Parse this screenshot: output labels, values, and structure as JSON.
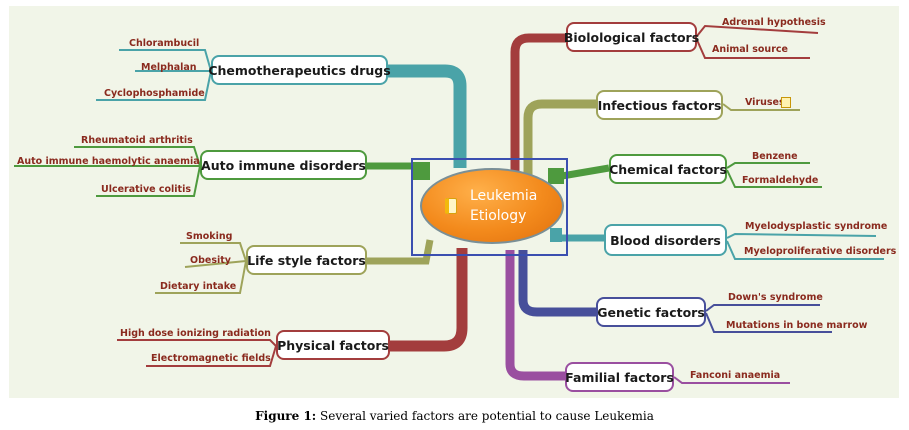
{
  "center": {
    "line1": "Leukemia",
    "line2": "Etiology"
  },
  "caption": {
    "label": "Figure 1:",
    "text": " Several varied factors are potential to cause Leukemia"
  },
  "colors": {
    "biological": "#a33d3d",
    "infectious": "#9ea35a",
    "chemical": "#4e9a3e",
    "blood": "#4aa3a8",
    "genetic": "#474f9a",
    "familial": "#9a4fa0",
    "chemo": "#4aa3a8",
    "autoimmune": "#4e9a3e",
    "lifestyle": "#9ea35a",
    "physical": "#a33d3d"
  },
  "right_factors": [
    {
      "label": "Biolological factors",
      "leaves": [
        "Adrenal hypothesis",
        "Animal source"
      ]
    },
    {
      "label": "Infectious factors",
      "leaves": [
        "Viruses"
      ]
    },
    {
      "label": "Chemical factors",
      "leaves": [
        "Benzene",
        "Formaldehyde"
      ]
    },
    {
      "label": "Blood disorders",
      "leaves": [
        "Myelodysplastic syndrome",
        "Myeloproliferative disorders"
      ]
    },
    {
      "label": "Genetic factors",
      "leaves": [
        "Down's syndrome",
        "Mutations in bone marrow"
      ]
    },
    {
      "label": "Familial factors",
      "leaves": [
        "Fanconi anaemia"
      ]
    }
  ],
  "left_factors": [
    {
      "label": "Chemotherapeutics drugs",
      "leaves": [
        "Chlorambucil",
        "Melphalan",
        "Cyclophosphamide"
      ]
    },
    {
      "label": "Auto immune disorders",
      "leaves": [
        "Rheumatoid arthritis",
        "Auto immune haemolytic anaemia",
        "Ulcerative colitis"
      ]
    },
    {
      "label": "Life style factors",
      "leaves": [
        "Smoking",
        "Obesity",
        "Dietary intake"
      ]
    },
    {
      "label": "Physical factors",
      "leaves": [
        "High dose ionizing radiation",
        "Electromagnetic fields"
      ]
    }
  ]
}
